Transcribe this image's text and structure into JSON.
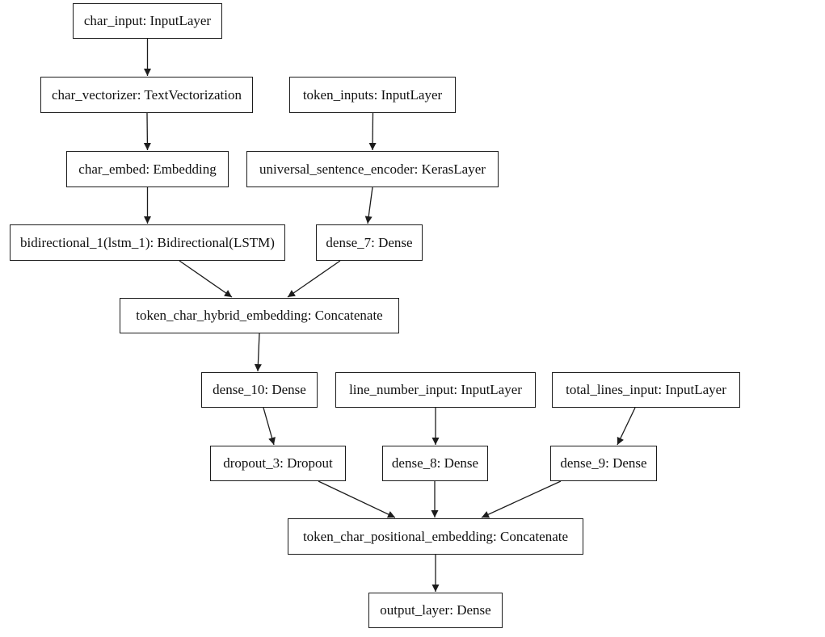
{
  "diagram": {
    "kind": "keras-model-architecture-graph",
    "colors": {
      "background": "#ffffff",
      "node_fill": "#ffffff",
      "node_border": "#1c1c1c",
      "edge": "#1c1c1c",
      "text": "#111111"
    },
    "nodes": {
      "char_input": {
        "name": "char_input",
        "layer_type": "InputLayer",
        "label": "char_input: InputLayer"
      },
      "char_vectorizer": {
        "name": "char_vectorizer",
        "layer_type": "TextVectorization",
        "label": "char_vectorizer: TextVectorization"
      },
      "token_inputs": {
        "name": "token_inputs",
        "layer_type": "InputLayer",
        "label": "token_inputs: InputLayer"
      },
      "char_embed": {
        "name": "char_embed",
        "layer_type": "Embedding",
        "label": "char_embed: Embedding"
      },
      "universal_sentence_encoder": {
        "name": "universal_sentence_encoder",
        "layer_type": "KerasLayer",
        "label": "universal_sentence_encoder: KerasLayer"
      },
      "bidirectional_1": {
        "name": "bidirectional_1(lstm_1)",
        "layer_type": "Bidirectional(LSTM)",
        "label": "bidirectional_1(lstm_1): Bidirectional(LSTM)"
      },
      "dense_7": {
        "name": "dense_7",
        "layer_type": "Dense",
        "label": "dense_7: Dense"
      },
      "token_char_hybrid_embedding": {
        "name": "token_char_hybrid_embedding",
        "layer_type": "Concatenate",
        "label": "token_char_hybrid_embedding: Concatenate"
      },
      "dense_10": {
        "name": "dense_10",
        "layer_type": "Dense",
        "label": "dense_10: Dense"
      },
      "line_number_input": {
        "name": "line_number_input",
        "layer_type": "InputLayer",
        "label": "line_number_input: InputLayer"
      },
      "total_lines_input": {
        "name": "total_lines_input",
        "layer_type": "InputLayer",
        "label": "total_lines_input: InputLayer"
      },
      "dropout_3": {
        "name": "dropout_3",
        "layer_type": "Dropout",
        "label": "dropout_3: Dropout"
      },
      "dense_8": {
        "name": "dense_8",
        "layer_type": "Dense",
        "label": "dense_8: Dense"
      },
      "dense_9": {
        "name": "dense_9",
        "layer_type": "Dense",
        "label": "dense_9: Dense"
      },
      "token_char_positional_embedding": {
        "name": "token_char_positional_embedding",
        "layer_type": "Concatenate",
        "label": "token_char_positional_embedding: Concatenate"
      },
      "output_layer": {
        "name": "output_layer",
        "layer_type": "Dense",
        "label": "output_layer: Dense"
      }
    },
    "edges": [
      {
        "from": "char_input",
        "to": "char_vectorizer"
      },
      {
        "from": "char_vectorizer",
        "to": "char_embed"
      },
      {
        "from": "char_embed",
        "to": "bidirectional_1"
      },
      {
        "from": "token_inputs",
        "to": "universal_sentence_encoder"
      },
      {
        "from": "universal_sentence_encoder",
        "to": "dense_7"
      },
      {
        "from": "bidirectional_1",
        "to": "token_char_hybrid_embedding"
      },
      {
        "from": "dense_7",
        "to": "token_char_hybrid_embedding"
      },
      {
        "from": "token_char_hybrid_embedding",
        "to": "dense_10"
      },
      {
        "from": "dense_10",
        "to": "dropout_3"
      },
      {
        "from": "line_number_input",
        "to": "dense_8"
      },
      {
        "from": "total_lines_input",
        "to": "dense_9"
      },
      {
        "from": "dropout_3",
        "to": "token_char_positional_embedding"
      },
      {
        "from": "dense_8",
        "to": "token_char_positional_embedding"
      },
      {
        "from": "dense_9",
        "to": "token_char_positional_embedding"
      },
      {
        "from": "token_char_positional_embedding",
        "to": "output_layer"
      }
    ]
  }
}
